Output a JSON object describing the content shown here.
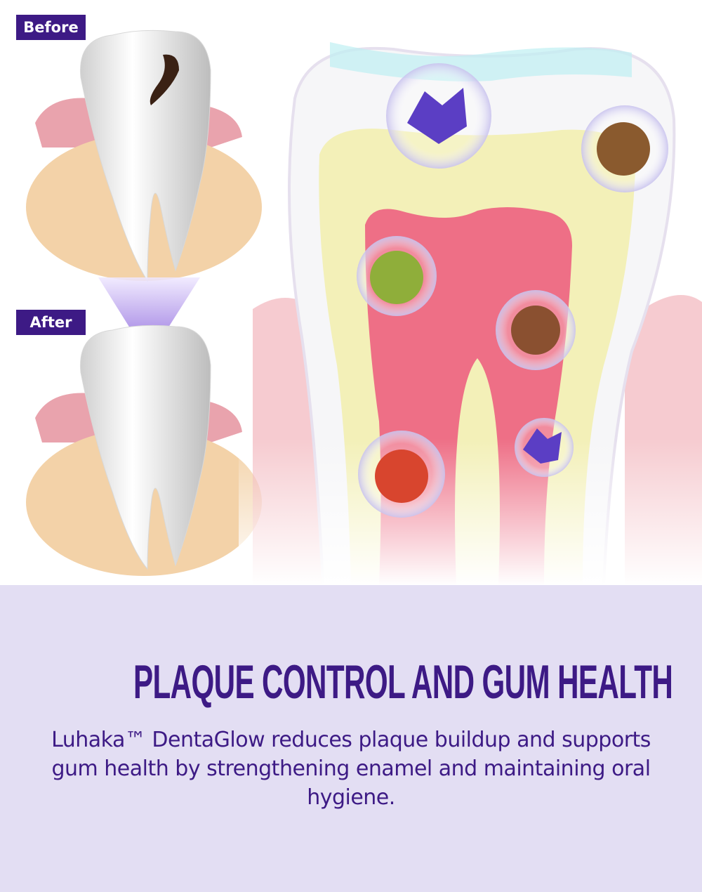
{
  "labels": {
    "before": "Before",
    "after": "After"
  },
  "headline": "PLAQUE CONTROL AND GUM HEALTH",
  "description": "Luhaka™ DentaGlow reduces plaque buildup and supports gum health by strengthening enamel and maintaining oral hygiene.",
  "colors": {
    "brand": "#3d1a85",
    "panel_bg": "#e3def3",
    "gum": "#e9a3ad",
    "bone": "#f3d2a8",
    "pulp": "#ee6f86",
    "dentin": "#f3f0b8"
  },
  "icons": [
    "decayed-tooth-illustration",
    "healthy-tooth-illustration",
    "down-arrow-icon",
    "tooth-cross-section-illustration",
    "crystal-bubble-icon",
    "nuts-bubble-icon",
    "vegetables-bubble-icon",
    "fruit-bubble-icon"
  ]
}
